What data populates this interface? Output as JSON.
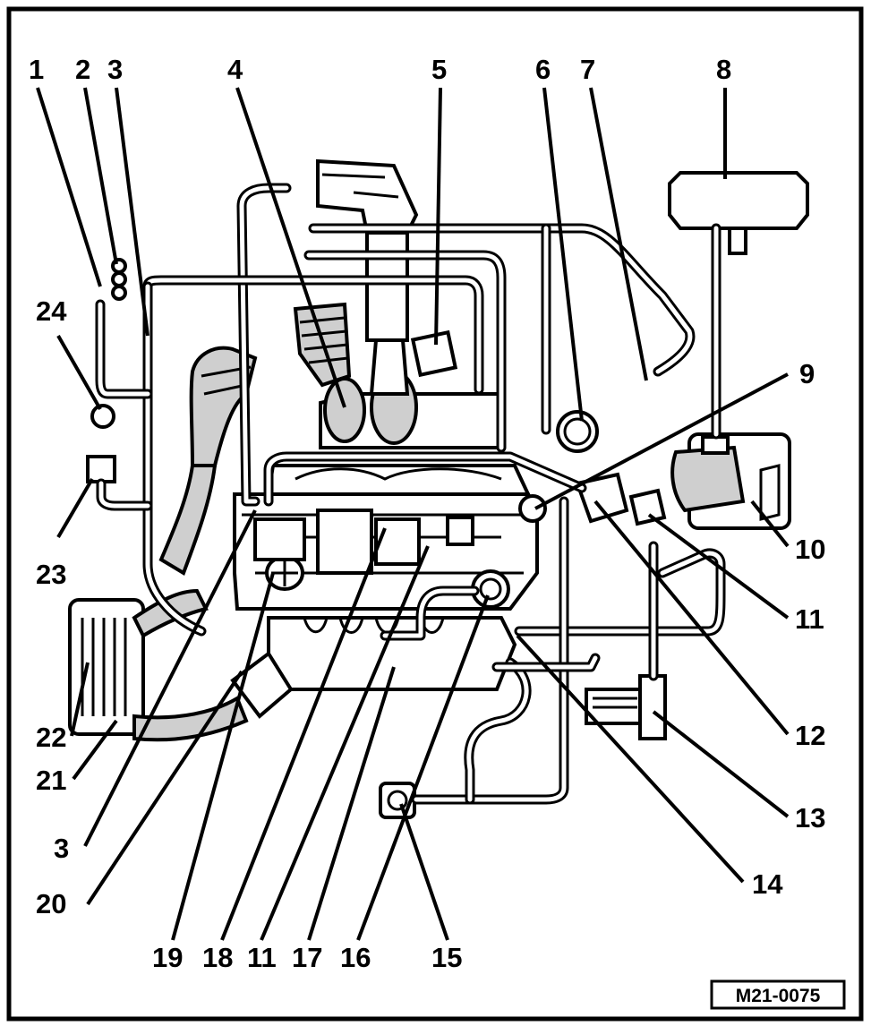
{
  "diagram": {
    "reference": "M21-0075",
    "callouts": [
      {
        "id": "c1",
        "label": "1"
      },
      {
        "id": "c2",
        "label": "2"
      },
      {
        "id": "c3a",
        "label": "3"
      },
      {
        "id": "c4",
        "label": "4"
      },
      {
        "id": "c5",
        "label": "5"
      },
      {
        "id": "c6",
        "label": "6"
      },
      {
        "id": "c7",
        "label": "7"
      },
      {
        "id": "c8",
        "label": "8"
      },
      {
        "id": "c9",
        "label": "9"
      },
      {
        "id": "c10",
        "label": "10"
      },
      {
        "id": "c11a",
        "label": "11"
      },
      {
        "id": "c12",
        "label": "12"
      },
      {
        "id": "c13",
        "label": "13"
      },
      {
        "id": "c14",
        "label": "14"
      },
      {
        "id": "c15",
        "label": "15"
      },
      {
        "id": "c16",
        "label": "16"
      },
      {
        "id": "c17",
        "label": "17"
      },
      {
        "id": "c11b",
        "label": "11"
      },
      {
        "id": "c18",
        "label": "18"
      },
      {
        "id": "c19",
        "label": "19"
      },
      {
        "id": "c20",
        "label": "20"
      },
      {
        "id": "c3b",
        "label": "3"
      },
      {
        "id": "c21",
        "label": "21"
      },
      {
        "id": "c22",
        "label": "22"
      },
      {
        "id": "c23",
        "label": "23"
      },
      {
        "id": "c24",
        "label": "24"
      }
    ]
  }
}
